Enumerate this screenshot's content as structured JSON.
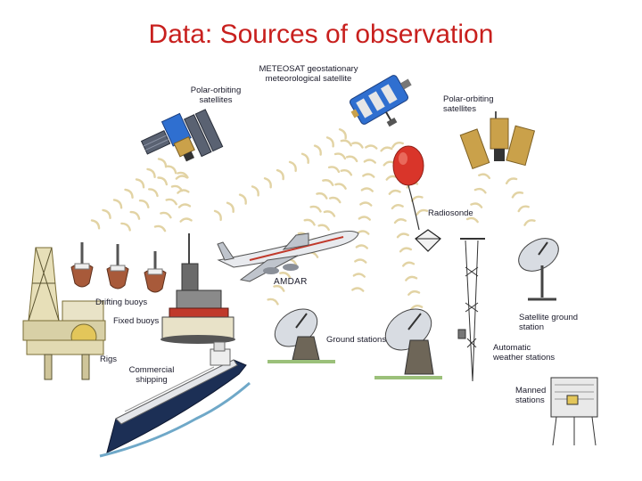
{
  "title": "Data: Sources of observation",
  "labels": {
    "meteosat_line1": "METEOSAT geostationary",
    "meteosat_line2": "meteorological satellite",
    "polar_left_line1": "Polar-orbiting",
    "polar_left_line2": "satellites",
    "polar_right_line1": "Polar-orbiting",
    "polar_right_line2": "satellites",
    "radiosonde": "Radiosonde",
    "amdar": "AMDAR",
    "drifting_buoys": "Drifting buoys",
    "fixed_buoys": "Fixed buoys",
    "rigs": "Rigs",
    "commercial_line1": "Commercial",
    "commercial_line2": "shipping",
    "ground_stations": "Ground stations",
    "sat_ground_line1": "Satellite ground",
    "sat_ground_line2": "station",
    "aws_line1": "Automatic",
    "aws_line2": "weather stations",
    "manned_line1": "Manned",
    "manned_line2": "stations"
  },
  "colors": {
    "title": "#c8201e",
    "wave": "#e2d3a4",
    "satellite_body": "#2f6fd0",
    "satellite_gold": "#caa14a",
    "balloon": "#d9352a",
    "buoy": "#a85a3a",
    "ship_hull": "#1c2f55",
    "water": "#6fa8c8"
  }
}
